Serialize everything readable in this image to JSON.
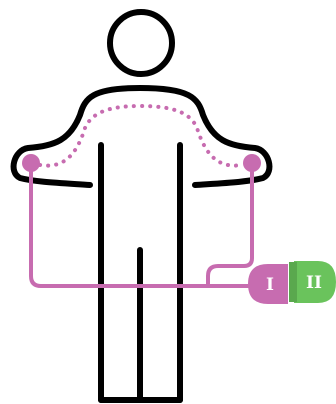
{
  "diagram": {
    "colors": {
      "outline": "#000000",
      "lead": "#c76cb0",
      "electrode": "#c76cb0",
      "connector_one": "#c76cb0",
      "connector_two": "#6ac35c",
      "background": "#ffffff"
    },
    "connectors": {
      "lead_one_label": "I",
      "lead_two_label": "II"
    },
    "icons": {
      "figure": "person-outline-icon",
      "electrodes": "electrode-dot-icon",
      "shoulder_line": "dotted-shoulder-line"
    }
  }
}
